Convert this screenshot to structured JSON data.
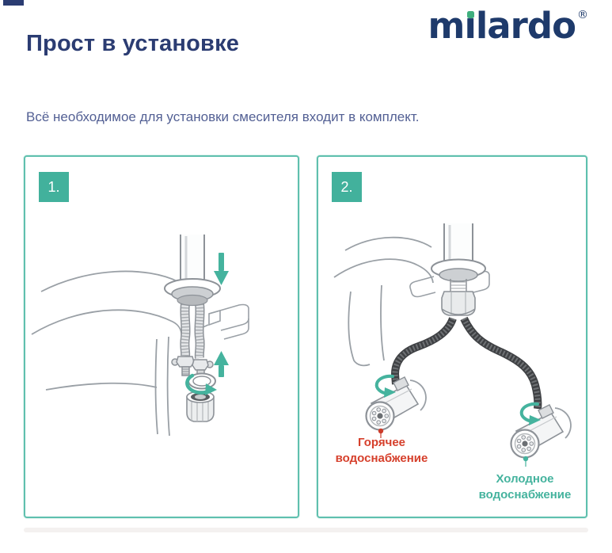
{
  "header": {
    "title": "Прост в установке",
    "title_color": "#2b3c72"
  },
  "logo": {
    "brand": "milardo",
    "part_m": "m",
    "part_i_dotless": "ı",
    "part_rest": "lardo",
    "registered_mark": "®",
    "text_color": "#1e3a6b",
    "i_dot_color": "#3faf7e"
  },
  "intro": {
    "text": "Всё необходимое для установки смесителя входит в комплект.",
    "color": "#536094"
  },
  "accent": {
    "teal": "#45b39e",
    "panel_border": "#5fc0ae",
    "badge_bg": "#42b19c",
    "badge_text_color": "#ffffff",
    "hot_red": "#d6402c",
    "line_art_gray": "#9aa0a6",
    "dark_hose_gray": "#3f4144"
  },
  "steps": [
    {
      "number": "1.",
      "icons": [
        "down-arrow-icon",
        "up-arrow-icon",
        "rotate-arrow-icon"
      ]
    },
    {
      "number": "2.",
      "icons": [
        "rotate-arrow-icon",
        "rotate-arrow-icon"
      ],
      "labels": {
        "hot": "Горячее водоснабжение",
        "cold": "Холодное водоснабжение"
      }
    }
  ]
}
